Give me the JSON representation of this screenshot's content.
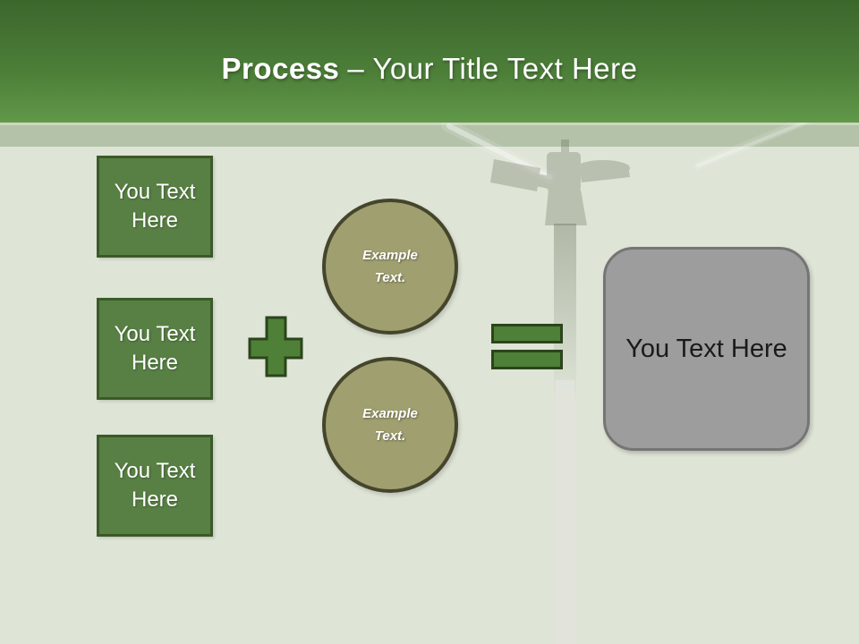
{
  "title": {
    "keyword": "Process",
    "rest": "– Your Title Text Here"
  },
  "left_boxes": [
    {
      "label": "You Text Here"
    },
    {
      "label": "You Text Here"
    },
    {
      "label": "You Text Here"
    }
  ],
  "circles": [
    {
      "line1": "Example",
      "line2": "Text."
    },
    {
      "line1": "Example",
      "line2": "Text."
    }
  ],
  "result_box": {
    "label": "You Text Here"
  },
  "icons": {
    "plus": "+",
    "equals": "="
  },
  "colors": {
    "header-top": "#3c672c",
    "header-bottom": "#619849",
    "band": "#b3c2a9",
    "canvas-bg": "#dee4d6",
    "box-fill": "#588044",
    "box-border": "#3b5a28",
    "box-text": "#ffffff",
    "operator-fill": "#4e8037",
    "operator-border": "#2b451b",
    "circle-fill": "#9f9f70",
    "circle-border": "#45452c",
    "circle-text": "#ffffff",
    "result-fill": "#9d9d9d",
    "result-border": "#757575",
    "result-text": "#1a1a1a",
    "title-text": "#ffffff"
  }
}
